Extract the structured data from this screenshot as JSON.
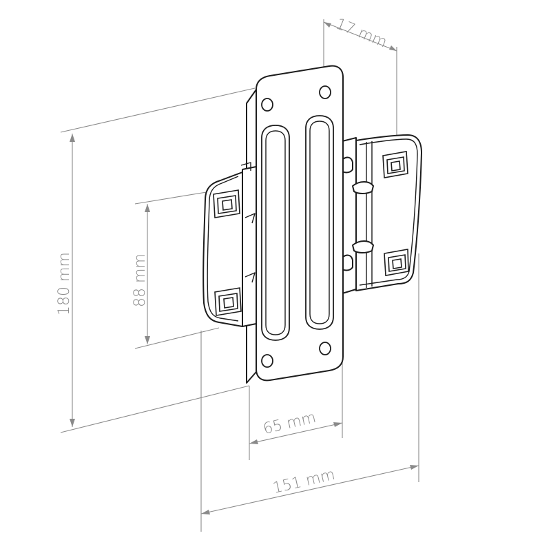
{
  "dimensions": {
    "depth": "17 mm",
    "height": "180 mm",
    "hole_spacing": "88 mm",
    "plate_width": "65 mm",
    "total_width": "151 mm"
  },
  "colors": {
    "outline": "#1d1d1d",
    "dimension": "#8a8a8a",
    "background": "#ffffff"
  }
}
